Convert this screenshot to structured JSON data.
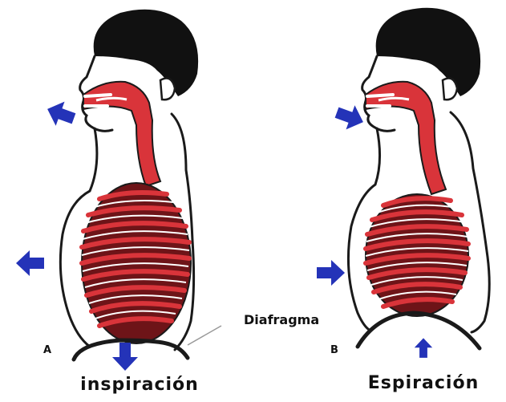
{
  "figure": {
    "panel_a": {
      "letter": "A",
      "caption": "inspiración"
    },
    "panel_b": {
      "letter": "B",
      "caption": "Espiración"
    },
    "diaphragm_label": "Diafragma"
  },
  "colors": {
    "airway_red": "#d9343a",
    "lung_dark": "#6e1418",
    "arrow_blue": "#2433b8",
    "outline": "#1a1a1a",
    "hair": "#111111",
    "background": "#ffffff"
  },
  "icons": [
    "arrow-left-icon",
    "arrow-right-icon",
    "arrow-down-icon",
    "arrow-up-icon"
  ]
}
